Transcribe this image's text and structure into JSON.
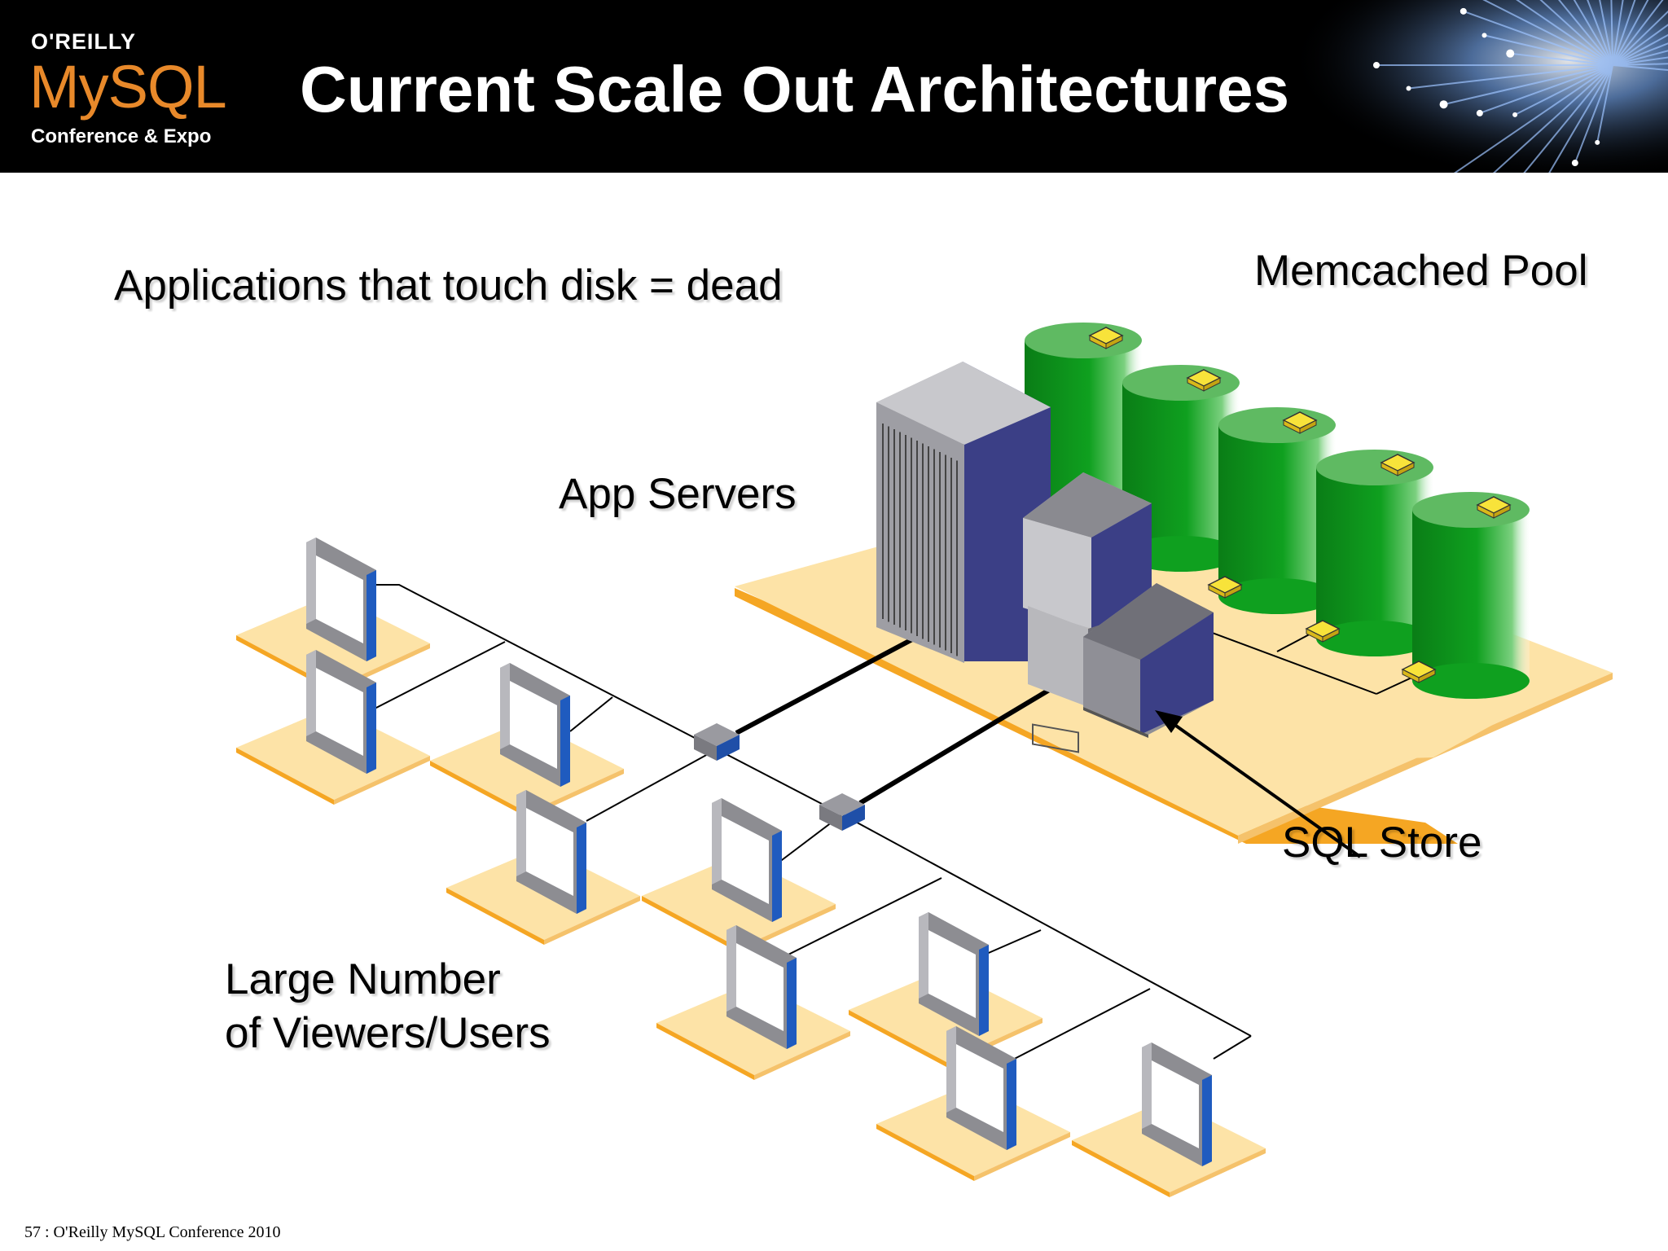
{
  "header": {
    "title": "Current Scale Out Architectures",
    "logo": {
      "publisher": "O'REILLY",
      "product": "MySQL",
      "event": "Conference & Expo"
    }
  },
  "labels": {
    "disk_note": "Applications that touch disk = dead",
    "memcached": "Memcached Pool",
    "app_servers": "App Servers",
    "sql_store": "SQL Store",
    "users_line1": "Large Number",
    "users_line2": "of Viewers/Users"
  },
  "footer": {
    "text": "57 : O'Reilly MySQL Conference 2010"
  },
  "colors": {
    "header_bg": "#000000",
    "logo_accent": "#e8892a",
    "platform": "#fde3a7",
    "platform_edge": "#f5a623",
    "memcached_green": "#0b8a1a",
    "server_blue": "#3b3f86",
    "server_gray": "#a6a6a6"
  }
}
